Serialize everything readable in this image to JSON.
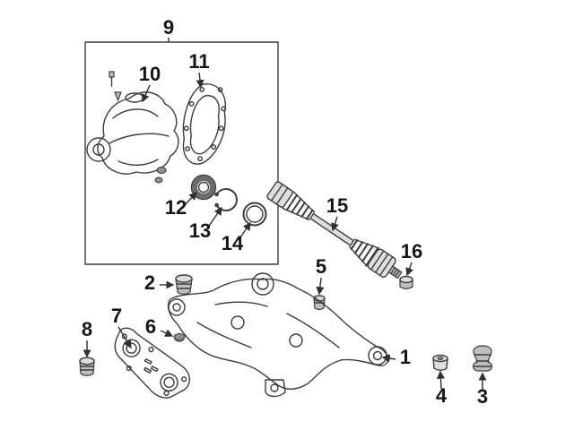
{
  "diagram": {
    "background": "#ffffff",
    "ink": "#3c3c3c",
    "callouts": {
      "c1": "1",
      "c2": "2",
      "c3": "3",
      "c4": "4",
      "c5": "5",
      "c6": "6",
      "c7": "7",
      "c8": "8",
      "c9": "9",
      "c10": "10",
      "c11": "11",
      "c12": "12",
      "c13": "13",
      "c14": "14",
      "c15": "15",
      "c16": "16"
    }
  }
}
